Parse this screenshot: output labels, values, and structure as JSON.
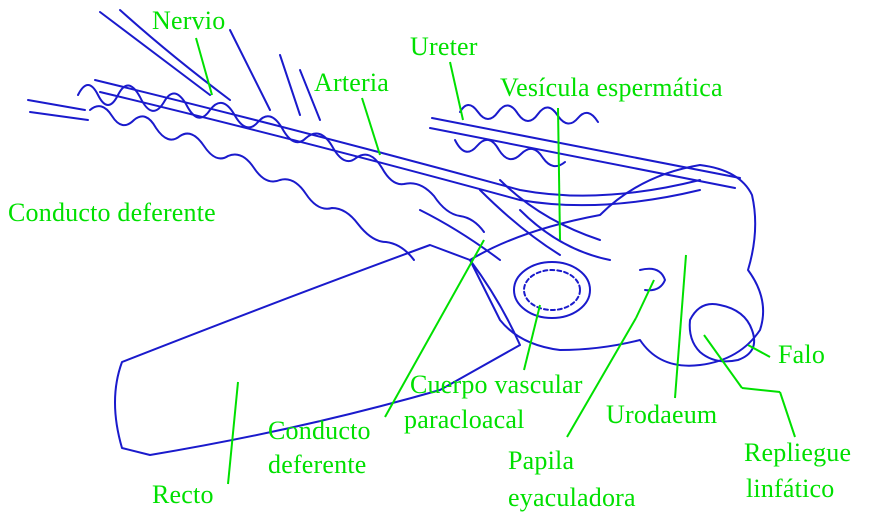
{
  "colors": {
    "label": "#00e000",
    "leader": "#00e000",
    "drawing": "#1a1acc",
    "background": "#ffffff"
  },
  "labels": {
    "nervio": "Nervio",
    "arteria": "Arteria",
    "ureter": "Ureter",
    "vesicula": "Vesícula espermática",
    "conducto_deferente_left": "Conducto deferente",
    "cuerpo_line1": "Cuerpo vascular",
    "cuerpo_line2": "paracloacal",
    "conducto_line1": "Conducto",
    "conducto_line2": "deferente",
    "recto": "Recto",
    "papila_line1": "Papila",
    "papila_line2": "eyaculadora",
    "urodaeum": "Urodaeum",
    "repliegue_line1": "Repliegue",
    "repliegue_line2": "linfático",
    "falo": "Falo"
  }
}
